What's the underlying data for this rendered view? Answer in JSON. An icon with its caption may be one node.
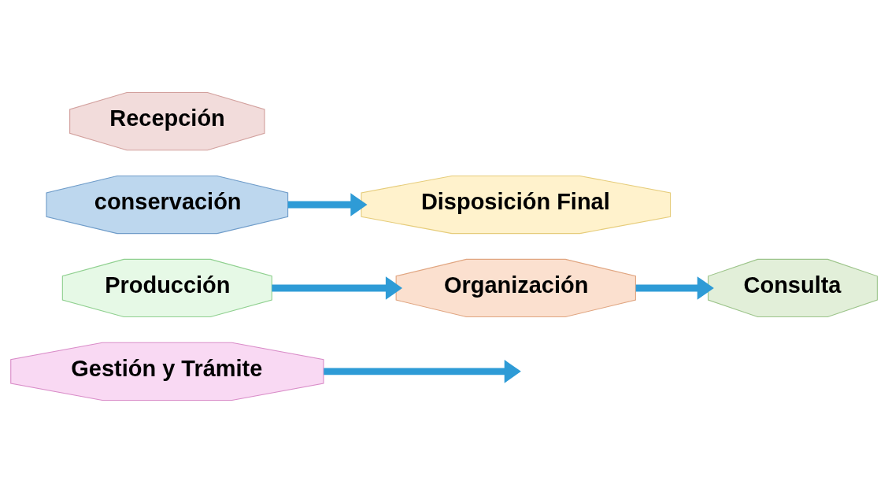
{
  "diagram": {
    "nodes": [
      {
        "text": [
          "Gestión y Trámite"
        ]
      },
      {
        "text": [
          "Consulta"
        ]
      },
      {
        "text": [
          "conservación"
        ]
      },
      {
        "text": [
          "Recepción"
        ]
      },
      {
        "text": [
          "Organización"
        ]
      },
      {
        "text": [
          "Disposición Final"
        ]
      },
      {
        "text": [
          "Producción"
        ]
      }
    ],
    "edges": [
      {
        "from": 0,
        "to": null,
        "arrow": "to"
      },
      {
        "from": 6,
        "to": 4,
        "arrow": "to"
      },
      {
        "from": 4,
        "to": 1,
        "arrow": "to"
      },
      {
        "from": 2,
        "to": 5,
        "arrow": "to"
      }
    ]
  }
}
